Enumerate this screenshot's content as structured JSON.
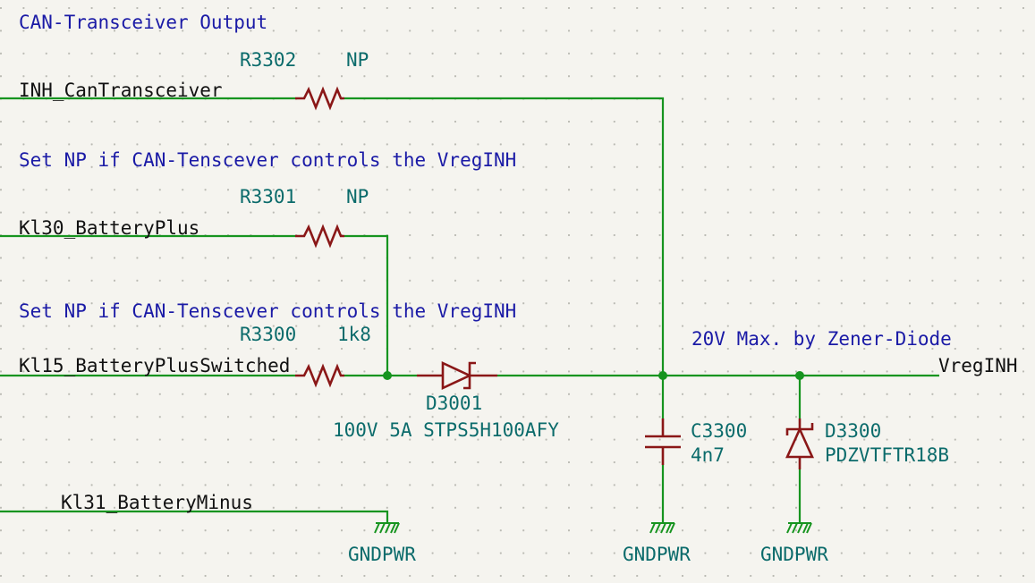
{
  "notes": {
    "can_output": "CAN-Transceiver Output",
    "set_np_1": "Set NP if CAN-Tenscever controls the VregINH",
    "set_np_2": "Set NP if CAN-Tenscever controls the VregINH",
    "zener_limit": "20V Max. by Zener-Diode"
  },
  "nets": {
    "inh": "INH_CanTransceiver",
    "kl30": "Kl30_BatteryPlus",
    "kl15": "Kl15_BatteryPlusSwitched",
    "kl31": "Kl31_BatteryMinus",
    "vreg": "VregINH"
  },
  "components": {
    "r3302": {
      "ref": "R3302",
      "value": "NP"
    },
    "r3301": {
      "ref": "R3301",
      "value": "NP"
    },
    "r3300": {
      "ref": "R3300",
      "value": "1k8"
    },
    "d3001": {
      "ref": "D3001",
      "value": "100V 5A STPS5H100AFY"
    },
    "c3300": {
      "ref": "C3300",
      "value": "4n7"
    },
    "d3300": {
      "ref": "D3300",
      "value": "PDZVTFTR18B"
    }
  },
  "power": {
    "gnd1": "GNDPWR",
    "gnd2": "GNDPWR",
    "gnd3": "GNDPWR"
  },
  "colors": {
    "background": "#f5f4ef",
    "grid": "#b9b9b2",
    "wire": "#16941f",
    "component": "#8a1717",
    "note_text": "#1a1aa6",
    "reference_text": "#0b6b6b",
    "net_label": "#111111"
  }
}
